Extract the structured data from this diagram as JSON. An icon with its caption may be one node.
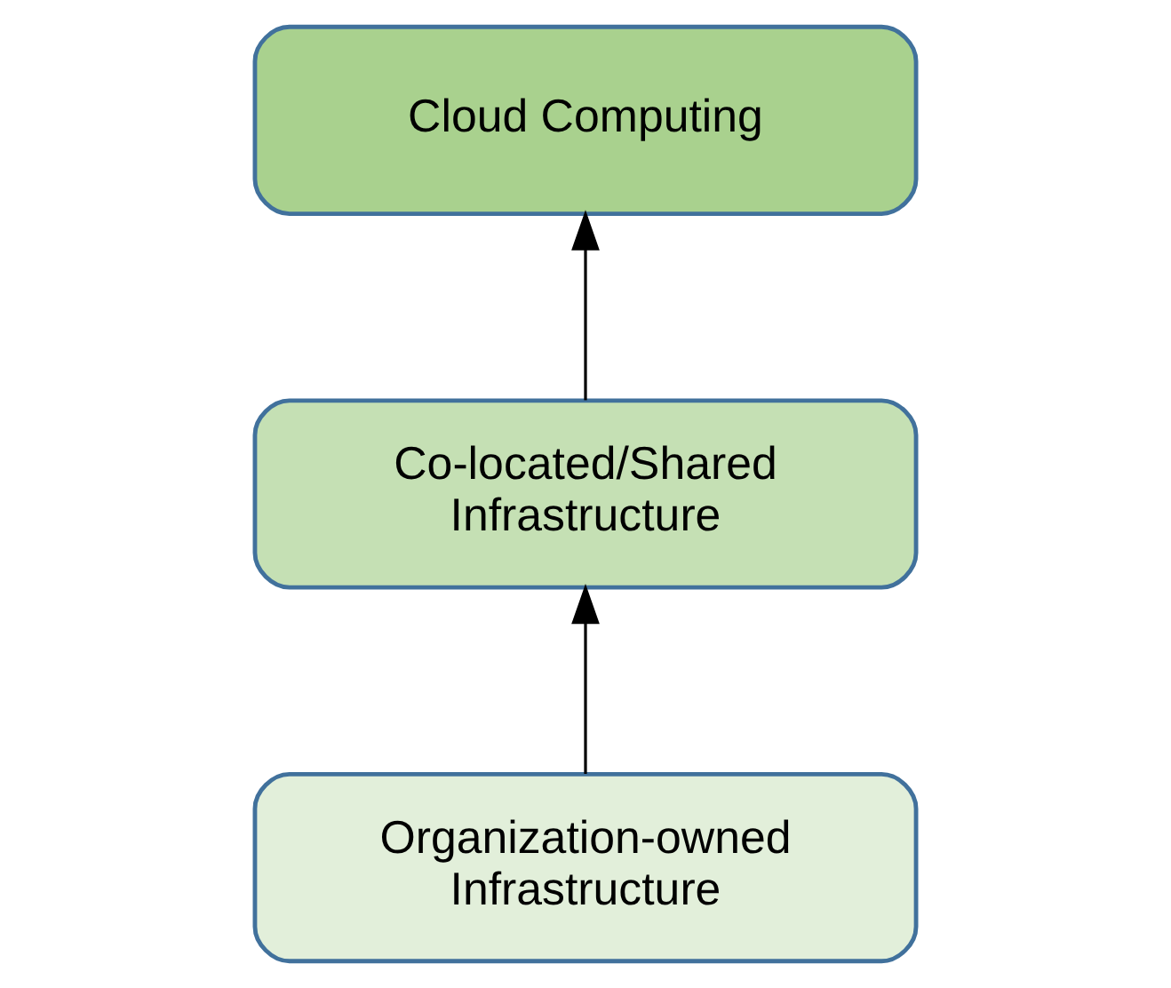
{
  "diagram": {
    "nodes": [
      {
        "text": [
          "Cloud Computing"
        ]
      },
      {
        "text": [
          "Co-located/Shared Infrastructure"
        ]
      },
      {
        "text": [
          "Organization-owned Infrastructure"
        ]
      }
    ],
    "edges": [
      {
        "from": 2,
        "to": 1,
        "arrow": "to"
      },
      {
        "from": 1,
        "to": 0,
        "arrow": "to"
      }
    ]
  }
}
